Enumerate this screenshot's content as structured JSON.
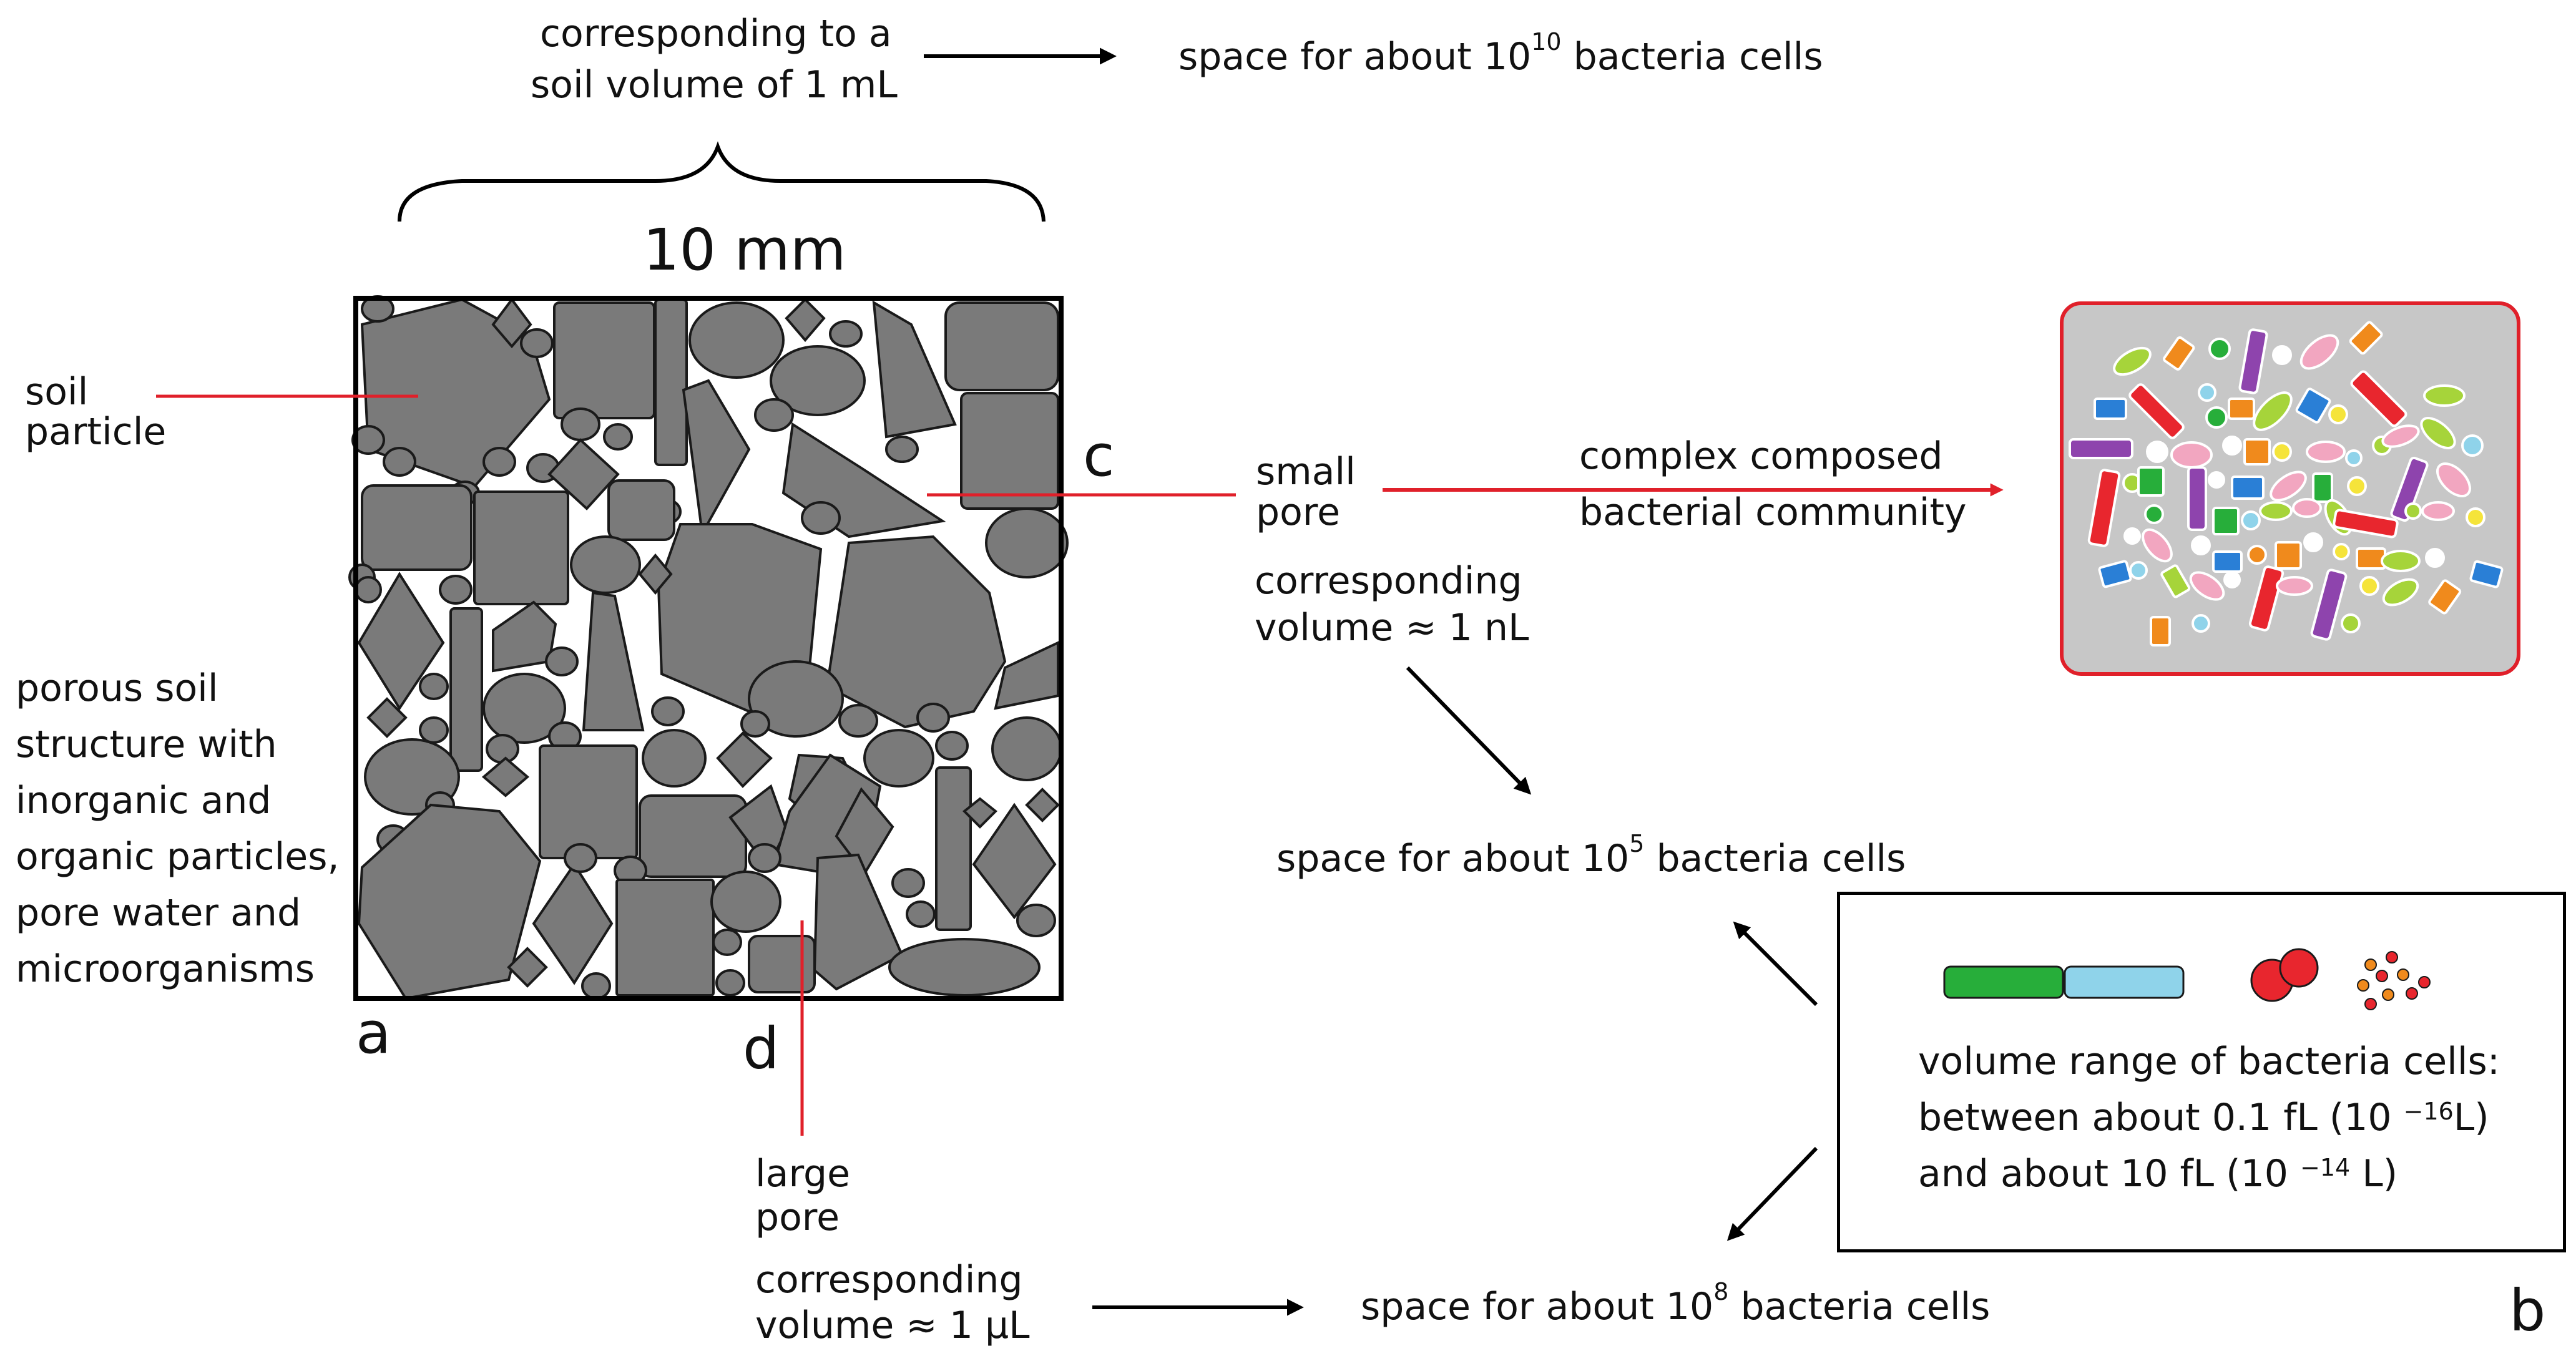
{
  "top_label_line1": "corresponding to a",
  "top_label_line2": "soil volume of 1 mL",
  "top_space_prefix": "space for about 10",
  "top_space_exp": "10",
  "top_space_suffix": " bacteria cells",
  "scale_label": "10 mm",
  "soil_particle_line1": "soil",
  "soil_particle_line2": "particle",
  "porous_lines": [
    "porous soil",
    "structure with",
    "inorganic and",
    "organic particles,",
    "pore water and",
    "microorganisms"
  ],
  "panel_a": "a",
  "panel_b": "b",
  "panel_c": "c",
  "panel_d": "d",
  "small_pore_line1": "small",
  "small_pore_line2": "pore",
  "community_line1": "complex composed",
  "community_line2": "bacterial community",
  "nl_line1": "corresponding",
  "nl_line2": "volume  ≈ 1 nL",
  "mid_space_prefix": "space for about 10",
  "mid_space_exp": "5",
  "mid_space_suffix": " bacteria cells",
  "large_pore_line1": "large",
  "large_pore_line2": "pore",
  "ul_line1": "corresponding",
  "ul_line2": "volume  ≈ 1 μL",
  "bottom_space_prefix": "space for about 10",
  "bottom_space_exp": "8",
  "bottom_space_suffix": " bacteria cells",
  "range_line1": "volume range of bacteria cells:",
  "range_line2_prefix": "between about 0.1 fL (10 ",
  "range_line2_exp": "−16",
  "range_line2_suffix": "L)",
  "range_line3_prefix": "and about 10 fL (10 ",
  "range_line3_exp": "−14",
  "range_line3_suffix": " L)",
  "colors": {
    "particle": "#7a7a7a",
    "pointer": "#e0202a",
    "community_bg": "#c7c7c7",
    "bacteria": [
      "#e8262e",
      "#8e44ad",
      "#2a7fd6",
      "#27ae3a",
      "#f08a1c",
      "#f2a6c0",
      "#a6d43a",
      "#8fd3ea",
      "#f5e43a"
    ]
  }
}
